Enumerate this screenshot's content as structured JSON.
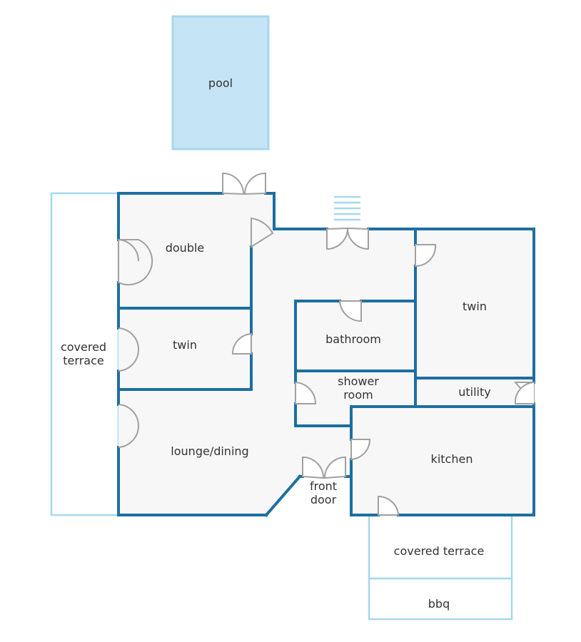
{
  "rooms": {
    "pool": "pool",
    "double": "double",
    "twin_left": "twin",
    "covered_terrace_left_line1": "covered",
    "covered_terrace_left_line2": "terrace",
    "lounge_dining": "lounge/dining",
    "bathroom": "bathroom",
    "shower_room_line1": "shower",
    "shower_room_line2": "room",
    "twin_right": "twin",
    "utility": "utility",
    "kitchen": "kitchen",
    "front_door_line1": "front",
    "front_door_line2": "door",
    "covered_terrace_bottom": "covered terrace",
    "bbq": "bbq"
  },
  "colors": {
    "wall": "#1d6fa0",
    "outdoor_outline": "#a6d8ec",
    "pool_fill": "#c5e4f5",
    "interior_fill": "#f7f7f7",
    "door": "#a0a0a0"
  }
}
